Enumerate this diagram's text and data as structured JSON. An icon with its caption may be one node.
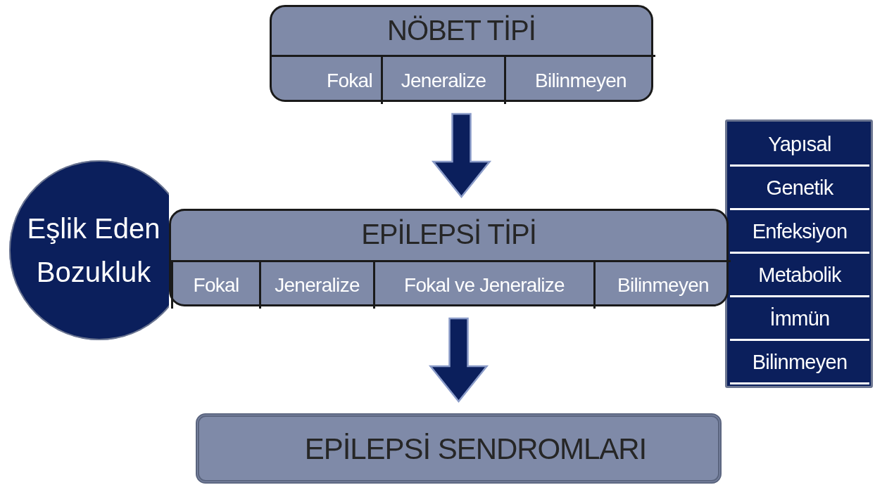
{
  "diagram": {
    "nodes": [
      {
        "text": [
          "NÖBET TİPİ"
        ]
      },
      {
        "text": [
          "Fokal"
        ],
        "in": 0
      },
      {
        "text": [
          "Jeneralize"
        ],
        "in": 0
      },
      {
        "text": [
          "Bilinmeyen"
        ],
        "in": 0
      },
      {
        "text": [
          "EPİLEPSİ TİPİ"
        ]
      },
      {
        "text": [
          "Fokal"
        ],
        "in": 4
      },
      {
        "text": [
          "Jeneralize"
        ],
        "in": 4
      },
      {
        "text": [
          "Fokal ve Jeneralize"
        ],
        "in": 4
      },
      {
        "text": [
          "Bilinmeyen"
        ],
        "in": 4
      },
      {
        "text": [
          "Eşlik Eden Bozukluk"
        ]
      },
      {
        "text": [],
        "shape": "box"
      },
      {
        "text": [
          "Yapısal"
        ],
        "in": 10
      },
      {
        "text": [
          "Genetik"
        ],
        "in": 10
      },
      {
        "text": [
          "Enfeksiyon"
        ],
        "in": 10
      },
      {
        "text": [
          "Metabolik"
        ],
        "in": 10
      },
      {
        "text": [
          "İmmün"
        ],
        "in": 10
      },
      {
        "text": [
          "Bilinmeyen"
        ],
        "in": 10
      },
      {
        "text": [
          "EPİLEPSİ SENDROMLARI"
        ]
      }
    ],
    "edges": [
      {
        "from": 0,
        "to": 4,
        "arrow": "to",
        "style": "thick"
      },
      {
        "from": 4,
        "to": 17,
        "arrow": "to",
        "style": "thick"
      }
    ]
  }
}
